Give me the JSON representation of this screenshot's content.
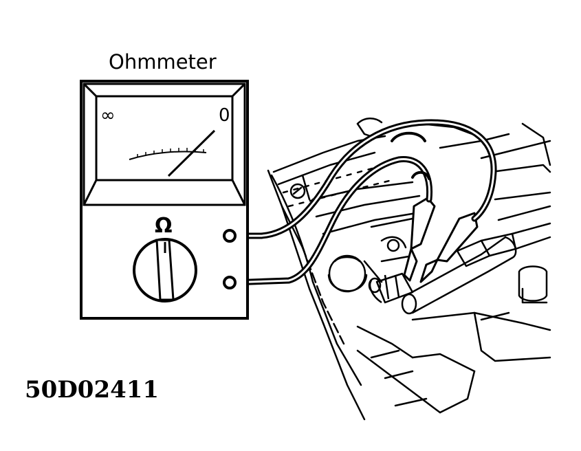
{
  "diagram": {
    "title": "Ohmmeter",
    "scale_left": "∞",
    "scale_right": "0",
    "unit_symbol": "Ω",
    "figure_code": "50D02411"
  },
  "colors": {
    "ink": "#000000",
    "paper": "#ffffff"
  }
}
